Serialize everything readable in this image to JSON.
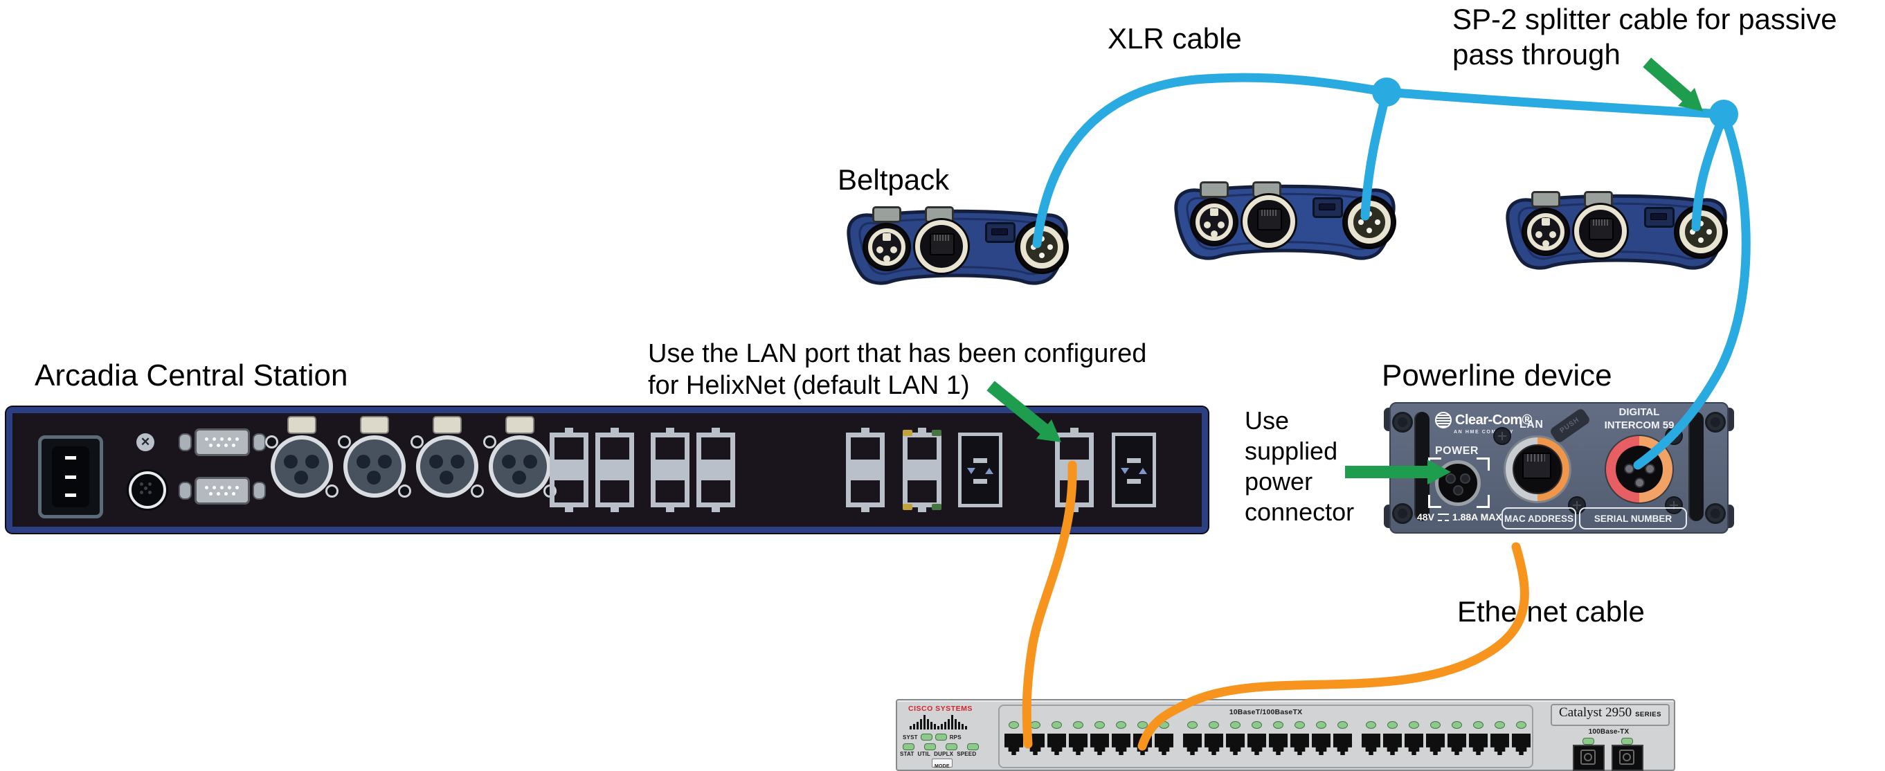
{
  "labels": {
    "xlr_cable": "XLR cable",
    "sp2": "SP-2 splitter cable for passive pass through",
    "beltpack": "Beltpack",
    "arcadia": "Arcadia Central Station",
    "lan_note": "Use the LAN port that has been configured for HelixNet (default LAN 1)",
    "powerline": "Powerline device",
    "power_note": "Use supplied power connector",
    "ethernet": "Ethernet cable"
  },
  "arcadia": {
    "xlr_count": 4
  },
  "powerline": {
    "brand": "Clear-Com®",
    "company": "AN HME COMPANY",
    "power": "POWER",
    "lan": "LAN",
    "push": "PUSH",
    "connector_line1": "DIGITAL",
    "connector_line2": "INTERCOM 59",
    "volts": "48V",
    "amps": "1.88A MAX",
    "mac": "MAC ADDRESS",
    "serial": "SERIAL NUMBER"
  },
  "switch": {
    "brand": "CISCO SYSTEMS",
    "model": "Catalyst 2950",
    "series": "SERIES",
    "ports_label": "10BaseT/100BaseTX",
    "uplink_label": "100Base-TX",
    "syst": "SYST",
    "rps": "RPS",
    "stat": "STAT",
    "util": "UTIL",
    "duplx": "DUPLX",
    "speed": "SPEED",
    "mode": "MODE",
    "ports_per_group": 8
  },
  "colors": {
    "cable_blue": "#29abe2",
    "cable_orange": "#f7941e",
    "arrow_green": "#1f9d4f",
    "station_blue": "#2c3f82",
    "beltpack_blue": "#2b4586",
    "powerline_body": "#59637a",
    "switch_body": "#d2d3d4",
    "led_green": "#8cc98a",
    "cisco_red": "#d6232b",
    "cream": "#e9e4d2"
  }
}
